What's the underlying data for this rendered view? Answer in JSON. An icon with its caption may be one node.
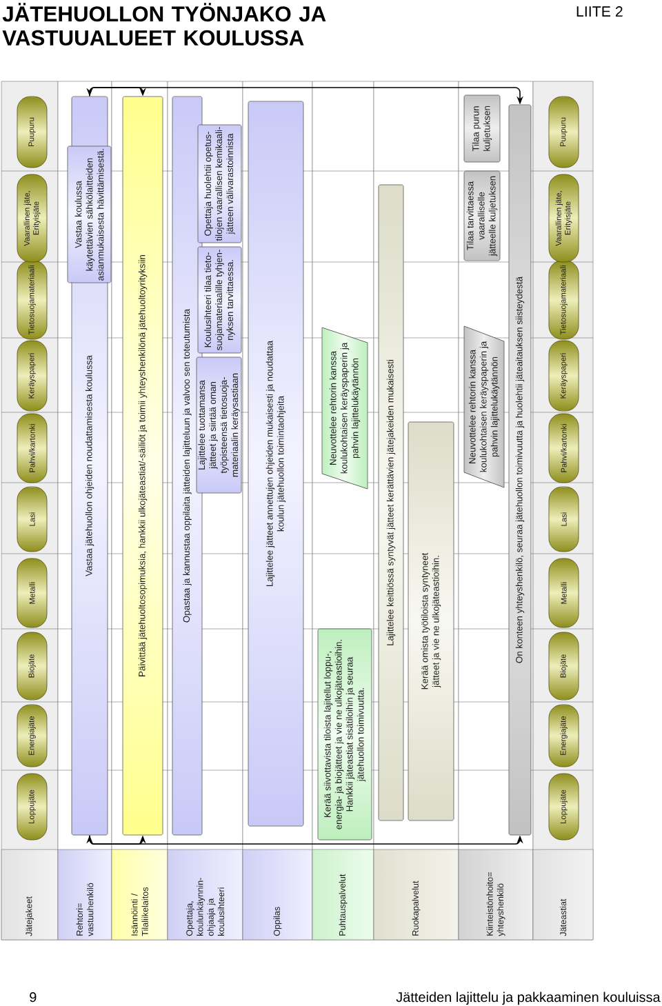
{
  "diagram": {
    "title": "JÄTEHUOLLON TYÖNJAKO JA VASTUUALUEET KOULUSSA",
    "nodes": [
      {
        "text": [
          "Jätejakeet"
        ]
      },
      {
        "text": [
          "Loppujäte"
        ],
        "in": 0
      },
      {
        "text": [
          "Energiajäte"
        ],
        "in": 0
      },
      {
        "text": [
          "Biojäte"
        ],
        "in": 0
      },
      {
        "text": [
          "Metalli"
        ],
        "in": 0
      },
      {
        "text": [
          "Lasi"
        ],
        "in": 0
      },
      {
        "text": [
          "Pahvi/kartonki"
        ],
        "in": 0
      },
      {
        "text": [
          "Keräyspaperi"
        ],
        "in": 0
      },
      {
        "text": [
          "Tietosuojamateriaali"
        ],
        "in": 0
      },
      {
        "text": [
          "Vaarallinen jäte, Erityisjäte"
        ],
        "in": 0
      },
      {
        "text": [
          "Puupuru"
        ],
        "in": 0
      },
      {
        "text": [
          "Rehtori= vastuuhenkilö"
        ]
      },
      {
        "text": [
          "Vastaa jätehuollon ohjeiden noudattamisesta koulussa"
        ],
        "in": 11
      },
      {
        "text": [
          "Vastaa koulussa käytettävien sähkölaitteiden asianmukaisesta hävittämisestä."
        ],
        "in": 11
      },
      {
        "text": [
          "Isännöinti / Tilaliikelaitos"
        ]
      },
      {
        "text": [
          "Päivittää jätehuoltosopimuksia, hankkii ulkojäteastiat/-säiliöt ja toimii yhteyshenkilönä jätehuoltoyrityksiin"
        ],
        "in": 14
      },
      {
        "text": [
          "Opettaja, koulunkäynnin- ohjaaja ja koulusihteeri"
        ]
      },
      {
        "text": [
          "Opastaa ja kannustaa oppilaita jätteiden lajitteluun ja valvoo sen toteutumista"
        ],
        "in": 16
      },
      {
        "text": [
          "Lajittelee tuottamansa jätteet ja siirtää oman työpisteensä tietosuoja- materiaalin keräysastiaan"
        ],
        "in": 16
      },
      {
        "text": [
          "Koulusihteeri tilaa tieto- suojamateriaalille tyhjen- nyksen tarvittaessa."
        ],
        "in": 16
      },
      {
        "text": [
          "Opettaja huolehtii opetus- tilojen vaarallisen kemikaali- jätteen välivarastoinnista"
        ],
        "in": 16
      },
      {
        "text": [
          "Oppilas"
        ]
      },
      {
        "text": [
          "Lajittelee jätteet annettujen ohjeiden mukaisesti ja noudattaa koulun jätehuollon toimintaohjeita"
        ],
        "in": 21
      },
      {
        "text": [
          "Puhtauspalvelut"
        ]
      },
      {
        "text": [
          "Kerää siivottavista tiloista lajitellut loppu-, energia- ja biojätteet ja vie ne ulkojäteastioihin. Hankkii jäteastiat sisätiloihin ja seuraa jätehuollon toimivuutta."
        ],
        "in": 23
      },
      {
        "text": [
          "Neuvottelee rehtorin kanssa koulukohtaisen keräyspaperin ja pahvin lajittelukäytännön"
        ],
        "in": 23
      },
      {
        "text": [
          "Ruokapalvelut"
        ]
      },
      {
        "text": [
          "Lajittelee keittiössä syntyvät jätteet kerättävien jätejakeiden mukaisesti"
        ],
        "in": 26
      },
      {
        "text": [
          "Kerää omista työtiloista syntyneet jätteet ja vie ne ulkojäteastioihin."
        ],
        "in": 26
      },
      {
        "text": [
          "Kiinteistönhoito= yhteyshenkilö"
        ]
      },
      {
        "text": [
          "Neuvottelee rehtorin kanssa koulukohtaisen keräyspaperin ja pahvin lajittelukäytännön"
        ],
        "in": 29
      },
      {
        "text": [
          "Tilaa tarvittaessa vaaralliselle jätteelle kuljetuksen"
        ],
        "in": 29
      },
      {
        "text": [
          "Tilaa purun kuljetuksen"
        ],
        "in": 29
      },
      {
        "text": [
          "On konteen yhteyshenkilö, seuraa jätehuollon toimivuutta ja huolehtii jäteaitauksen siisteydestä"
        ],
        "in": 29
      },
      {
        "text": [
          "Jäteastiat"
        ]
      },
      {
        "text": [
          "Loppujäte"
        ],
        "in": 34
      },
      {
        "text": [
          "Energiajäte"
        ],
        "in": 34
      },
      {
        "text": [
          "Biojäte"
        ],
        "in": 34
      },
      {
        "text": [
          "Metalli"
        ],
        "in": 34
      },
      {
        "text": [
          "Lasi"
        ],
        "in": 34
      },
      {
        "text": [
          "Pahvi/kartonki"
        ],
        "in": 34
      },
      {
        "text": [
          "Keräyspaperi"
        ],
        "in": 34
      },
      {
        "text": [
          "Tietosuojamateriaali"
        ],
        "in": 34
      },
      {
        "text": [
          "Vaarallinen jäte, Erityisjäte"
        ],
        "in": 34
      },
      {
        "text": [
          "Puupuru"
        ],
        "in": 34
      }
    ],
    "edges": [
      {
        "from": 12,
        "to": 33,
        "arrow": "both"
      },
      {
        "from": 12,
        "to": 15,
        "arrow": "to"
      },
      {
        "from": 12,
        "to": 33,
        "arrow": "both"
      },
      {
        "from": 12,
        "to": 15,
        "arrow": "to"
      }
    ],
    "labels": [
      "LIITE 2",
      "9",
      "Jätteiden lajittelu ja pakkaaminen kouluissa"
    ]
  }
}
